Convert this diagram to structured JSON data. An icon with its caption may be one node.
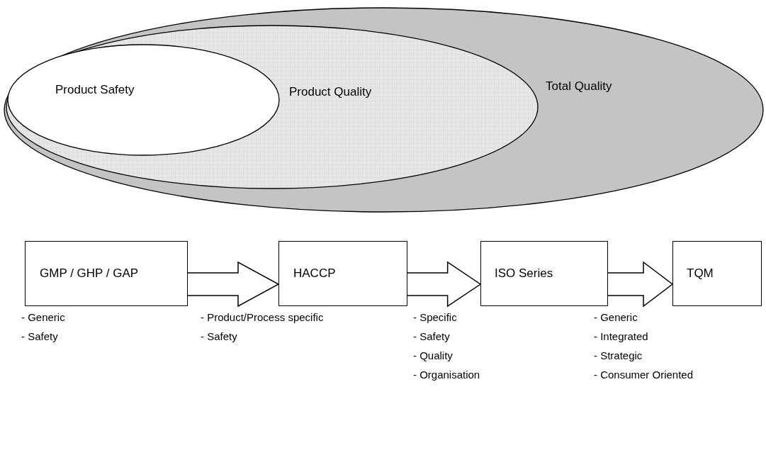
{
  "diagram": {
    "nodes": [
      {
        "text": [
          "Total Quality"
        ]
      },
      {
        "text": [
          "Product Quality"
        ],
        "in": 0
      },
      {
        "text": [
          "Product Safety"
        ],
        "in": 1
      },
      {
        "text": [
          "GMP / GHP / GAP"
        ],
        "beside": [
          "- Generic",
          "- Safety"
        ]
      },
      {
        "text": [
          "HACCP"
        ],
        "beside": [
          "- Product/Process specific",
          "- Safety"
        ]
      },
      {
        "text": [
          "ISO Series"
        ],
        "beside": [
          "- Specific",
          "- Safety",
          "- Quality",
          "- Organisation"
        ]
      },
      {
        "text": [
          "TQM"
        ],
        "beside": [
          "- Generic",
          "- Integrated",
          "- Strategic",
          "- Consumer Oriented"
        ]
      }
    ],
    "edges": [
      {
        "from": 3,
        "to": 4,
        "arrow": "to"
      },
      {
        "from": 4,
        "to": 5,
        "arrow": "to"
      },
      {
        "from": 5,
        "to": 6,
        "arrow": "to"
      }
    ]
  }
}
